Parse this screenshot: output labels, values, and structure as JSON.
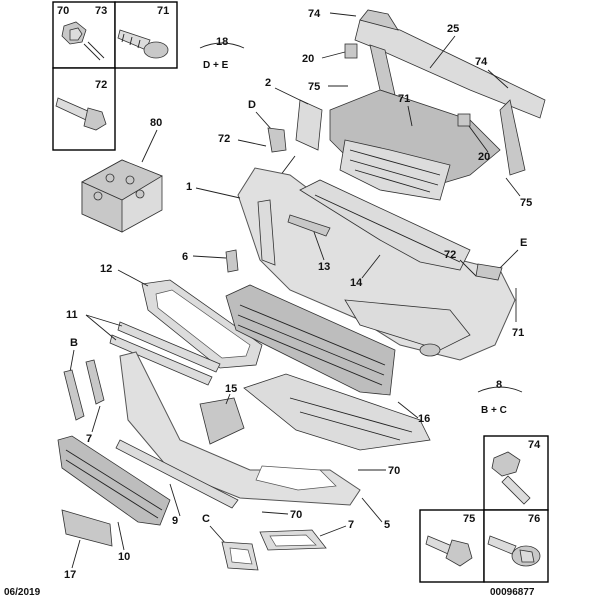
{
  "footer": {
    "date": "06/2019",
    "ref": "00096877"
  },
  "labels": {
    "n70a": "70",
    "n73": "73",
    "n71a": "71",
    "n72a": "72",
    "n74a": "74",
    "n25": "25",
    "n18": "18",
    "d_e": "D + E",
    "n20a": "20",
    "n74b": "74",
    "n75a": "75",
    "n2": "2",
    "n71b": "71",
    "n80": "80",
    "nD": "D",
    "n72b": "72",
    "n20b": "20",
    "n1": "1",
    "n71c": "71",
    "n75b": "75",
    "n6": "6",
    "n13": "13",
    "n72c": "72",
    "nE": "E",
    "n14": "14",
    "n12": "12",
    "n11": "11",
    "n71d": "71",
    "nB": "B",
    "n15": "15",
    "n8": "8",
    "b_c": "B + C",
    "n16": "16",
    "n7a": "7",
    "n74c": "74",
    "n70b": "70",
    "n9": "9",
    "n70c": "70",
    "n5": "5",
    "nC": "C",
    "n7b": "7",
    "n10": "10",
    "n75c": "75",
    "n76": "76",
    "n17": "17"
  }
}
